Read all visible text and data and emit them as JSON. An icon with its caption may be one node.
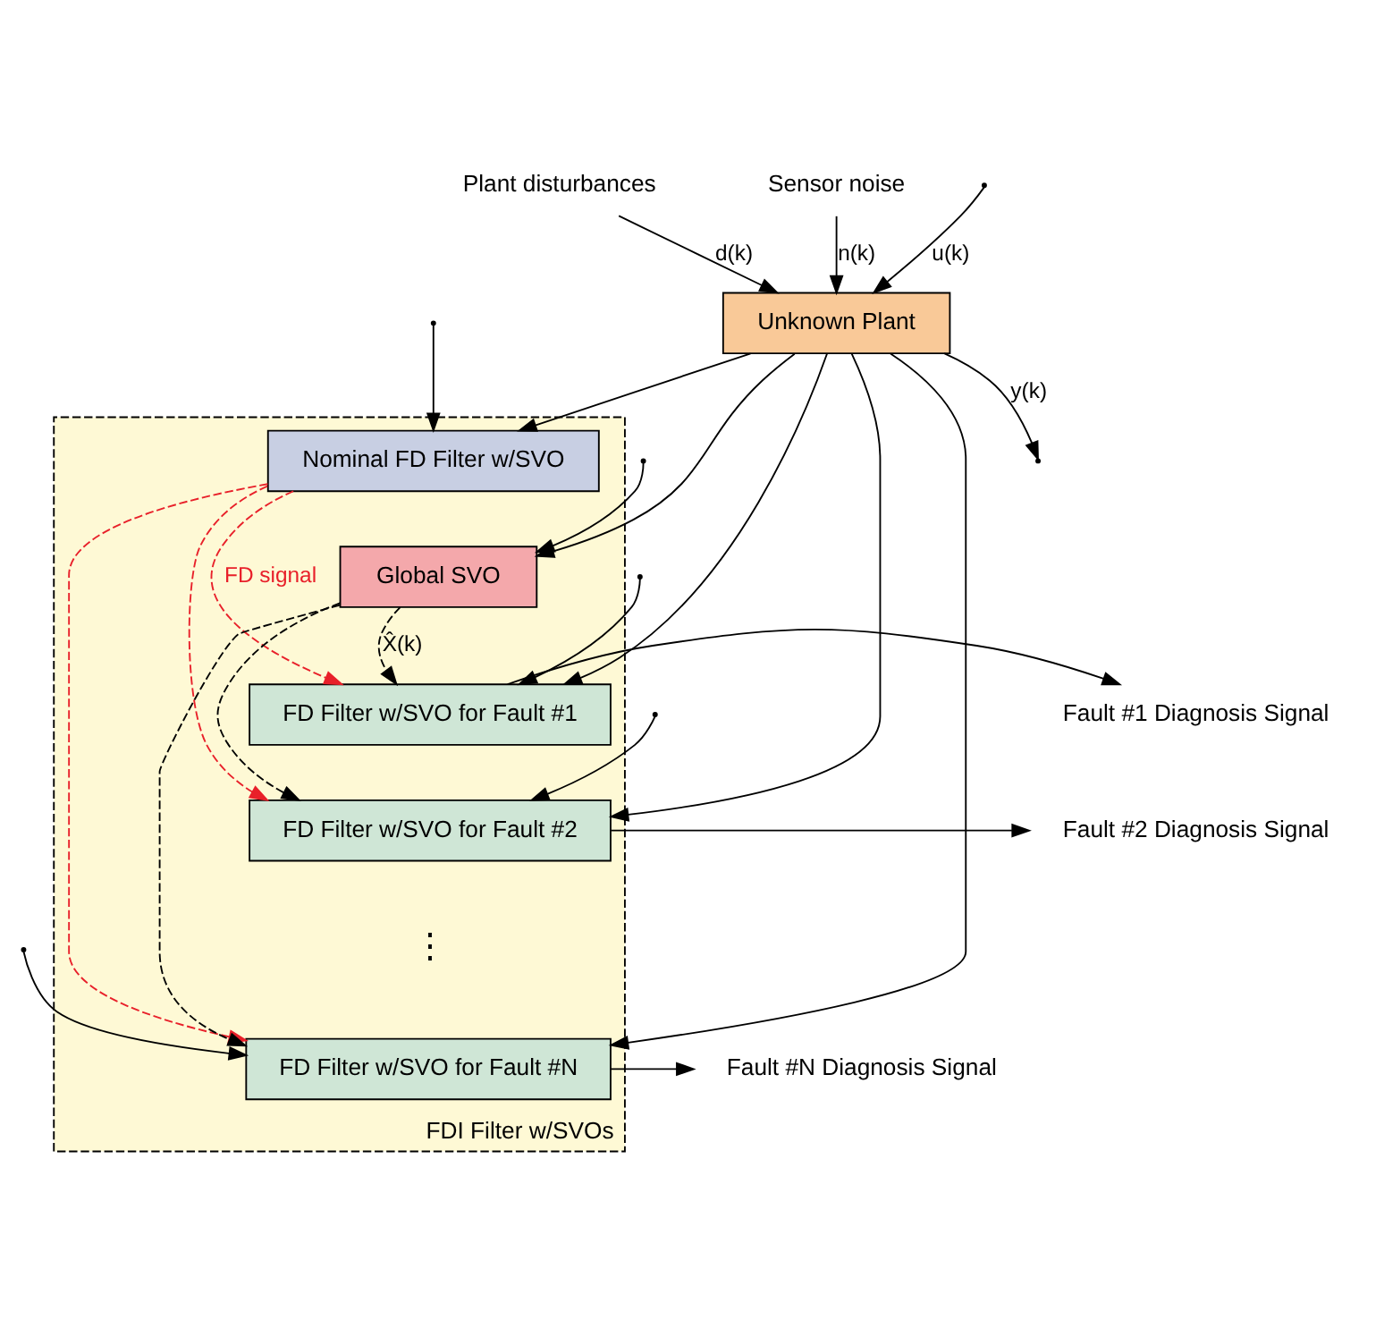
{
  "diagram": {
    "nodes": [
      {
        "text": [
          "Unknown Plant"
        ]
      },
      {
        "text": [
          "FDI Filter w/SVOs"
        ]
      },
      {
        "text": [
          "Nominal FD Filter w/SVO"
        ],
        "in": 1
      },
      {
        "text": [
          "Global SVO"
        ],
        "in": 1
      },
      {
        "text": [
          "FD Filter w/SVO for Fault #1"
        ],
        "in": 1
      },
      {
        "text": [
          "FD Filter w/SVO for Fault #2"
        ],
        "in": 1
      },
      {
        "text": [
          "FD Filter w/SVO for Fault #N"
        ],
        "in": 1
      },
      {
        "text": [
          "Fault #1 Diagnosis Signal"
        ]
      },
      {
        "text": [
          "Fault #2 Diagnosis Signal"
        ]
      },
      {
        "text": [
          "Fault #N Diagnosis Signal"
        ]
      },
      {
        "text": [
          "Plant disturbances"
        ]
      },
      {
        "text": [
          "Sensor noise"
        ]
      }
    ],
    "edges": [
      {
        "from": null,
        "to": 0,
        "arrow": "to",
        "label": "u(k)"
      },
      {
        "from": 10,
        "to": 0,
        "arrow": "to",
        "label": "d(k)"
      },
      {
        "from": 11,
        "to": 0,
        "arrow": "to",
        "label": "n(k)"
      },
      {
        "from": 0,
        "to": null,
        "arrow": "to",
        "label": "y(k)"
      },
      {
        "from": null,
        "to": 2,
        "arrow": "to"
      },
      {
        "from": null,
        "to": 3,
        "arrow": "to"
      },
      {
        "from": null,
        "to": 4,
        "arrow": "to"
      },
      {
        "from": null,
        "to": 5,
        "arrow": "to"
      },
      {
        "from": null,
        "to": 6,
        "arrow": "to"
      },
      {
        "from": 0,
        "to": 2,
        "arrow": "to"
      },
      {
        "from": 0,
        "to": 3,
        "arrow": "to"
      },
      {
        "from": 0,
        "to": 4,
        "arrow": "to"
      },
      {
        "from": 0,
        "to": 5,
        "arrow": "to"
      },
      {
        "from": 0,
        "to": 6,
        "arrow": "to"
      },
      {
        "from": 2,
        "to": 4,
        "arrow": "to",
        "style": "dashed",
        "color": "#e8202a",
        "label": "FD signal"
      },
      {
        "from": 2,
        "to": 5,
        "arrow": "to",
        "style": "dashed",
        "color": "#e8202a"
      },
      {
        "from": 2,
        "to": 6,
        "arrow": "to",
        "style": "dashed",
        "color": "#e8202a"
      },
      {
        "from": 3,
        "to": 4,
        "arrow": "to",
        "style": "dashed",
        "label": "X̂(k)"
      },
      {
        "from": 3,
        "to": 5,
        "arrow": "to",
        "style": "dashed"
      },
      {
        "from": 3,
        "to": 6,
        "arrow": "to",
        "style": "dashed"
      },
      {
        "from": 4,
        "to": 7,
        "arrow": "to"
      },
      {
        "from": 5,
        "to": 8,
        "arrow": "to"
      },
      {
        "from": 6,
        "to": 9,
        "arrow": "to"
      }
    ],
    "labels": [
      "⋮"
    ]
  }
}
